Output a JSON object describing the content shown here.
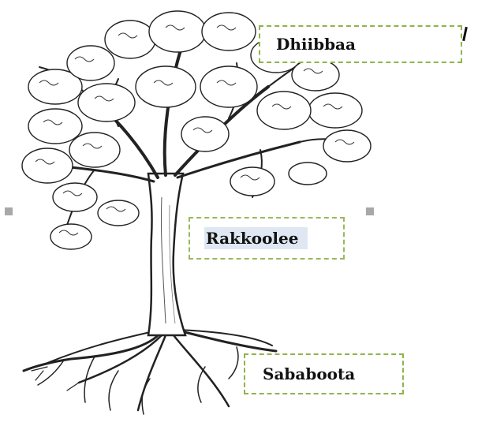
{
  "labels": {
    "top": "Dhiibbaa",
    "middle": "Rakkoolee",
    "bottom": "Sababoota"
  },
  "colors": {
    "box_border": "#8fb34a",
    "highlight": "#dfe7f3",
    "ink": "#111111"
  },
  "icons": {
    "resize_handle": "square-handle"
  }
}
